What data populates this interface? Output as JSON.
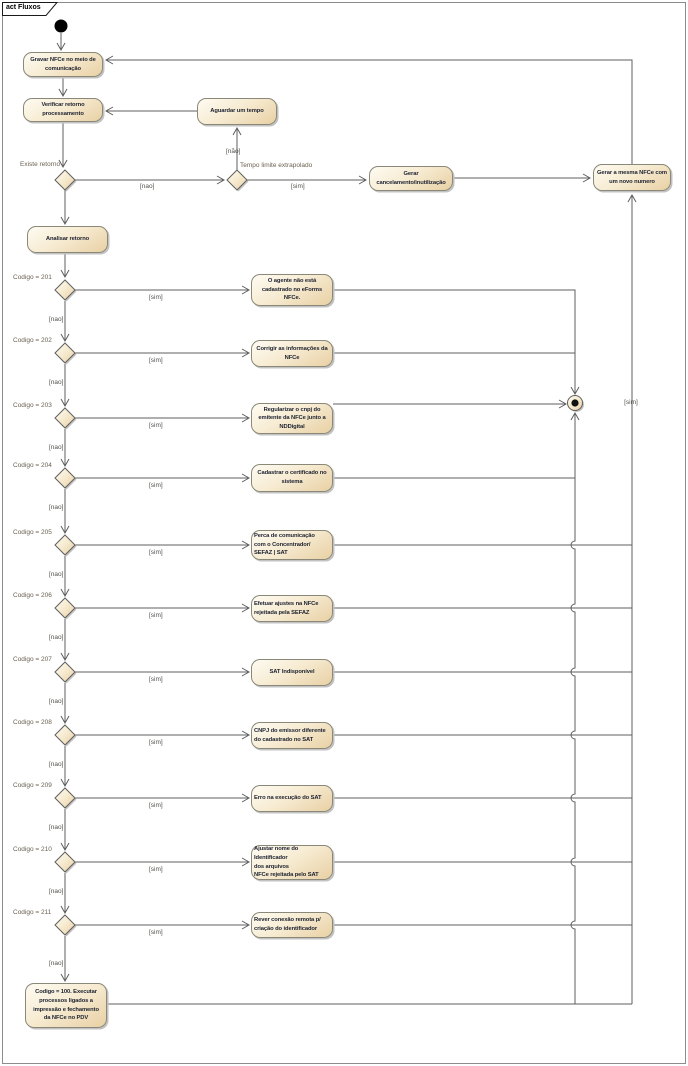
{
  "diagram": {
    "tab_label": "act Fluxos"
  },
  "colors": {
    "node_fill_top": "#fefbf2",
    "node_fill_bottom": "#e8d0a4",
    "node_border": "#8a8878",
    "edge": "#5f5f5f",
    "label_text": "#6a6150",
    "node_text": "#1c2130",
    "frame_border": "#8c8c8c",
    "initial_node": "#000000"
  },
  "start_flow": {
    "gravar": "Gravar NFCe no meio de\ncomunicação",
    "verificar": "Verificar retorno\nprocessamento",
    "aguardar": "Aguardar um tempo",
    "existe_retorno_label": "Existe retorno",
    "tempo_limite_label": "Tempo limite extrapolado",
    "gerar_cancelamento": "Gerar\ncancelamento/inutilização",
    "gerar_mesma": "Gerar a mesma NFCe com\num novo numero",
    "analisar": "Analisar retorno",
    "guard_nao": "[nao]",
    "guard_nao_accent": "[não]",
    "guard_sim": "[sim]"
  },
  "retry_guard_sim": "[sim]",
  "code_rows": [
    {
      "code": "Codigo = 201",
      "guard_sim": "[sim]",
      "guard_nao": "[nao]",
      "action": "O agente não está\ncadastrado no eForms\nNFCe."
    },
    {
      "code": "Codigo = 202",
      "guard_sim": "[sim]",
      "guard_nao": "[nao]",
      "action": "Corrigir as informações da\nNFCe"
    },
    {
      "code": "Codigo = 203",
      "guard_sim": "[sim]",
      "guard_nao": "[nao]",
      "action": "Regularizar o cnpj do\nemitente da NFCe junto a\nNDDigital"
    },
    {
      "code": "Codigo = 204",
      "guard_sim": "[sim]",
      "guard_nao": "[nao]",
      "action": "Cadastrar o certificado no\nsistema"
    },
    {
      "code": "Codigo = 205",
      "guard_sim": "[sim]",
      "guard_nao": "[nao]",
      "action": "Perca de comunicação\ncom o Concentrador/\nSEFAZ | SAT"
    },
    {
      "code": "Codigo = 206",
      "guard_sim": "[sim]",
      "guard_nao": "[nao]",
      "action": "Efetuar ajustes na NFCe\nrejeitada pela SEFAZ"
    },
    {
      "code": "Codigo = 207",
      "guard_sim": "[sim]",
      "guard_nao": "[nao]",
      "action": "SAT Indisponível"
    },
    {
      "code": "Codigo = 208",
      "guard_sim": "[sim]",
      "guard_nao": "[nao]",
      "action": "CNPJ do emissor diferente\ndo cadastrado no SAT"
    },
    {
      "code": "Codigo = 209",
      "guard_sim": "[sim]",
      "guard_nao": "[nao]",
      "action": "Erro na execução do SAT"
    },
    {
      "code": "Codigo = 210",
      "guard_sim": "[sim]",
      "guard_nao": "[nao]",
      "action": "Ajustar nome do Identificador\ndos arquivos\nNFCe rejeitada pelo SAT"
    },
    {
      "code": "Codigo = 211",
      "guard_sim": "[sim]",
      "guard_nao": "[nao]",
      "action": "Rever conexão remota p/\ncriação do identificador"
    }
  ],
  "final_row": {
    "guard_nao": "[nao]",
    "action": "Codigo = 100. Executar\nprocessos ligados a\nimpressão e fechamento\nda NFCe no PDV"
  }
}
